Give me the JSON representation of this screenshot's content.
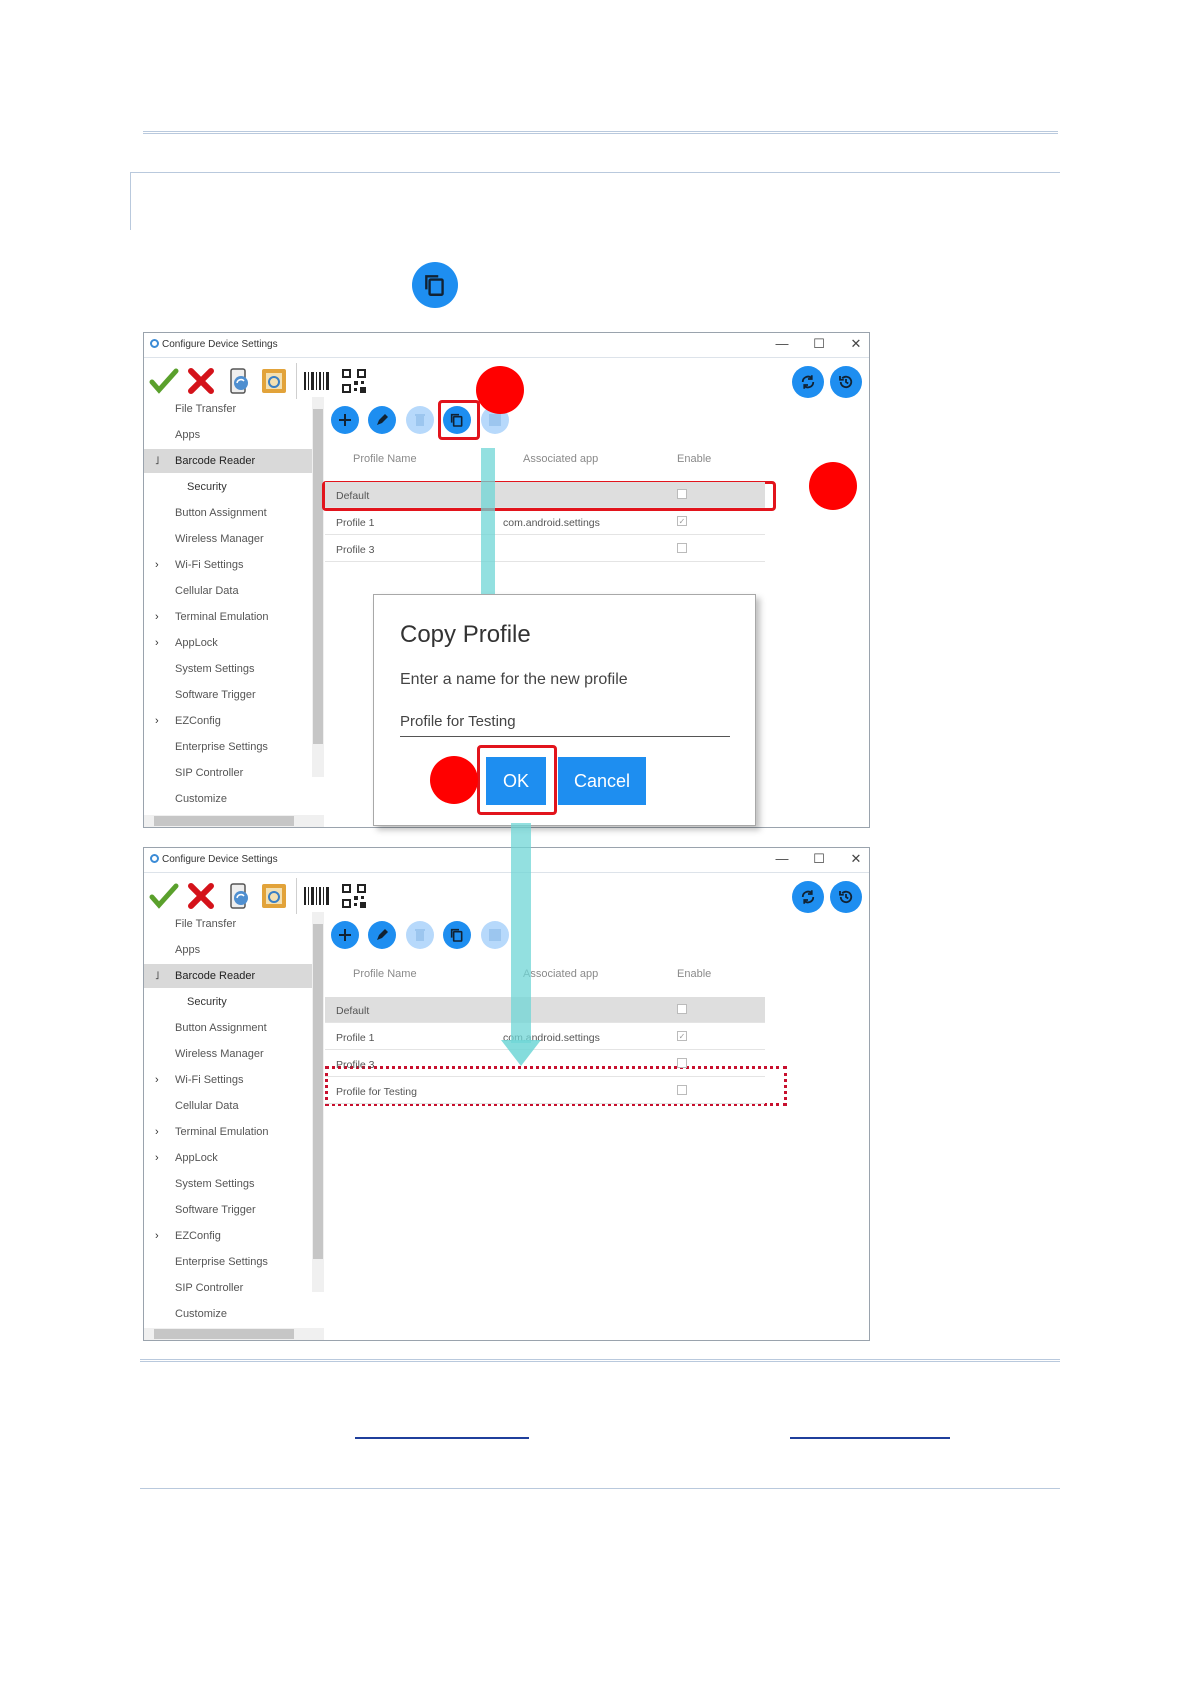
{
  "window": {
    "title": "Configure Device Settings",
    "minimize": "—",
    "maximize": "☐",
    "close": "✕"
  },
  "sidebar": {
    "items": [
      {
        "label": "File Transfer",
        "chevron": ""
      },
      {
        "label": "Apps",
        "chevron": ""
      },
      {
        "label": "Barcode Reader",
        "chevron": "˩",
        "selected": true
      },
      {
        "label": "Security",
        "chevron": "",
        "sub": true
      },
      {
        "label": "Button Assignment",
        "chevron": ""
      },
      {
        "label": "Wireless Manager",
        "chevron": ""
      },
      {
        "label": "Wi-Fi Settings",
        "chevron": "›"
      },
      {
        "label": "Cellular Data",
        "chevron": ""
      },
      {
        "label": "Terminal Emulation",
        "chevron": "›"
      },
      {
        "label": "AppLock",
        "chevron": "›"
      },
      {
        "label": "System Settings",
        "chevron": ""
      },
      {
        "label": "Software Trigger",
        "chevron": ""
      },
      {
        "label": "EZConfig",
        "chevron": "›"
      },
      {
        "label": "Enterprise Settings",
        "chevron": ""
      },
      {
        "label": "SIP Controller",
        "chevron": ""
      },
      {
        "label": "Customize",
        "chevron": ""
      }
    ]
  },
  "table": {
    "headers": [
      "Profile Name",
      "Associated app",
      "Enable"
    ],
    "rows_before": [
      {
        "name": "Default",
        "app": "",
        "enabled": false
      },
      {
        "name": "Profile 1",
        "app": "com.android.settings",
        "enabled": true
      },
      {
        "name": "Profile 3",
        "app": "",
        "enabled": false
      }
    ],
    "rows_after": [
      {
        "name": "Default",
        "app": "",
        "enabled": false
      },
      {
        "name": "Profile 1",
        "app": "com.android.settings",
        "enabled": true
      },
      {
        "name": "Profile 3",
        "app": "",
        "enabled": false
      },
      {
        "name": "Profile for Testing",
        "app": "",
        "enabled": false
      }
    ]
  },
  "dialog": {
    "title": "Copy Profile",
    "prompt": "Enter a name for the new profile",
    "input_value": "Profile for Testing",
    "ok_label": "OK",
    "cancel_label": "Cancel"
  },
  "colors": {
    "accent": "#1e8ef0",
    "highlight": "#e2141c",
    "arrow": "#6fd6d6"
  },
  "icons": [
    "copy-icon",
    "check-icon",
    "x-icon",
    "device-sync-icon",
    "restore-icon",
    "barcode-icon",
    "qr-icon",
    "sync-icon",
    "history-icon",
    "plus-icon",
    "pencil-icon",
    "trash-icon",
    "edit-icon"
  ]
}
